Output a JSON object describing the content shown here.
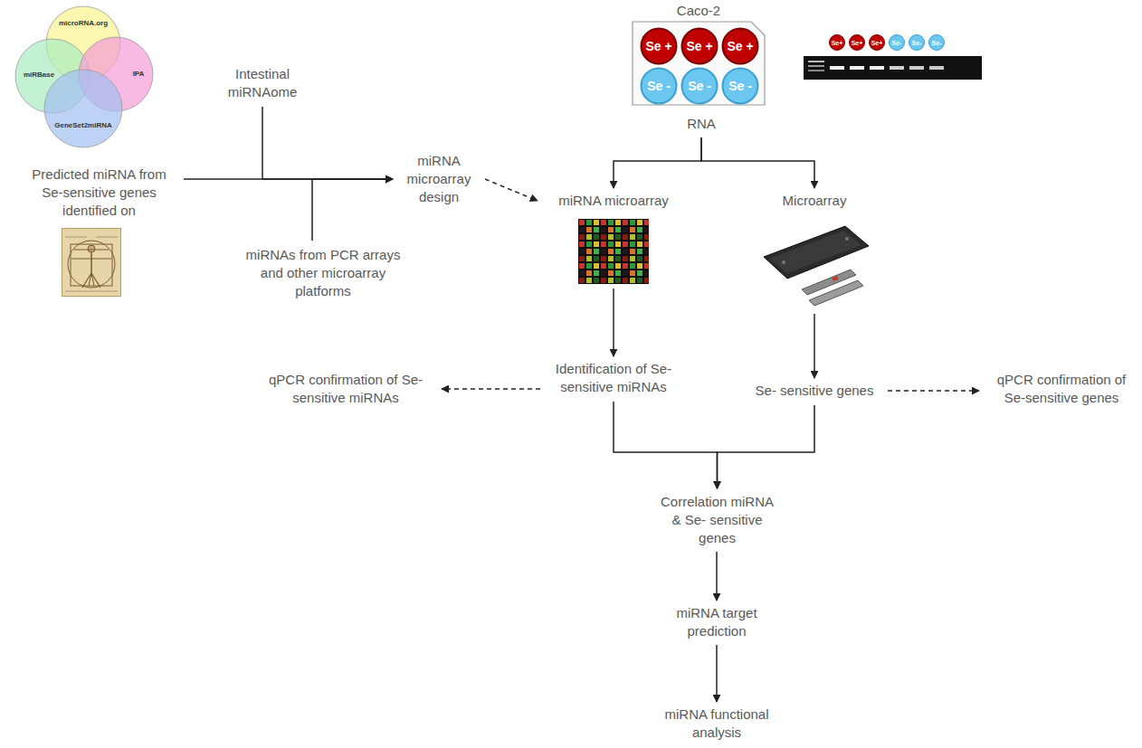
{
  "diagram": {
    "nodes": [
      {
        "text": [
          "microRNA.org"
        ]
      },
      {
        "text": [
          "miRBase"
        ]
      },
      {
        "text": [
          "IPA"
        ]
      },
      {
        "text": [
          "GeneSet2miRNA"
        ]
      },
      {
        "text": [
          "Predicted miRNA from Se-sensitive genes identified on"
        ]
      },
      {
        "text": [
          "Intestinal miRNAome"
        ]
      },
      {
        "text": [
          "miRNAs from PCR arrays and other microarray platforms"
        ]
      },
      {
        "text": [
          "miRNA microarray design"
        ]
      },
      {
        "text": [
          "Caco-2"
        ]
      },
      {
        "text": [
          "Se +"
        ],
        "in": 8
      },
      {
        "text": [
          "Se +"
        ],
        "in": 8
      },
      {
        "text": [
          "Se +"
        ],
        "in": 8
      },
      {
        "text": [
          "Se -"
        ],
        "in": 8
      },
      {
        "text": [
          "Se -"
        ],
        "in": 8
      },
      {
        "text": [
          "Se -"
        ],
        "in": 8
      },
      {
        "text": [
          "Se+"
        ]
      },
      {
        "text": [
          "Se+"
        ]
      },
      {
        "text": [
          "Se+"
        ]
      },
      {
        "text": [
          "Se-"
        ]
      },
      {
        "text": [
          "Se-"
        ]
      },
      {
        "text": [
          "Se-"
        ]
      },
      {
        "text": [
          "RNA"
        ]
      },
      {
        "text": [
          "miRNA microarray"
        ]
      },
      {
        "text": [
          "Microarray"
        ]
      },
      {
        "text": [
          "Identification of Se-sensitive miRNAs"
        ]
      },
      {
        "text": [
          "Se- sensitive genes"
        ]
      },
      {
        "text": [
          "qPCR confirmation of Se-sensitive miRNAs"
        ]
      },
      {
        "text": [
          "qPCR confirmation of Se-sensitive genes"
        ]
      },
      {
        "text": [
          "Correlation miRNA & Se- sensitive genes"
        ]
      },
      {
        "text": [
          "miRNA target prediction"
        ]
      },
      {
        "text": [
          "miRNA functional analysis"
        ]
      }
    ],
    "edges": [
      {
        "from": 4,
        "to": 7,
        "arrow": "to"
      },
      {
        "from": 5,
        "to": 7,
        "arrow": "to"
      },
      {
        "from": 6,
        "to": 7,
        "arrow": "to"
      },
      {
        "from": 7,
        "to": 22,
        "arrow": "to"
      },
      {
        "from": 21,
        "to": 22,
        "arrow": "to"
      },
      {
        "from": 21,
        "to": 23,
        "arrow": "to"
      },
      {
        "from": 22,
        "to": 24,
        "arrow": "to"
      },
      {
        "from": 23,
        "to": 25,
        "arrow": "to"
      },
      {
        "from": 24,
        "to": 26,
        "arrow": "to"
      },
      {
        "from": 25,
        "to": 27,
        "arrow": "to"
      },
      {
        "from": 24,
        "to": 28,
        "arrow": "to"
      },
      {
        "from": 25,
        "to": 28,
        "arrow": "to"
      },
      {
        "from": 28,
        "to": 29,
        "arrow": "to"
      },
      {
        "from": 29,
        "to": 30,
        "arrow": "to"
      }
    ]
  }
}
